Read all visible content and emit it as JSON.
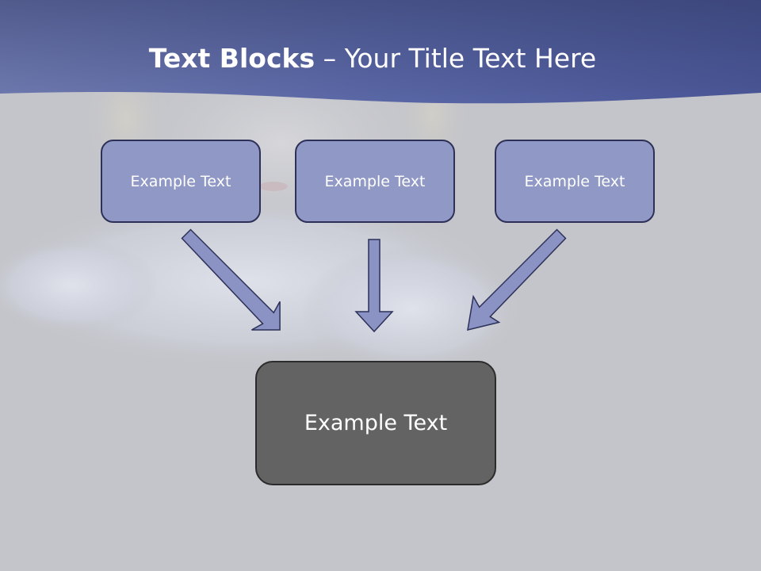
{
  "title": {
    "bold": "Text Blocks",
    "dash": " – ",
    "rest": "Your Title Text Here"
  },
  "blocks": [
    {
      "label": "Example Text"
    },
    {
      "label": "Example Text"
    },
    {
      "label": "Example Text"
    }
  ],
  "result": {
    "label": "Example Text"
  },
  "colors": {
    "background": "#c4c5ca",
    "banner": "#4f5d9c",
    "block_fill": "#9099c5",
    "block_border": "#2d3158",
    "result_fill": "#636363",
    "arrow": "#8b93c4"
  }
}
